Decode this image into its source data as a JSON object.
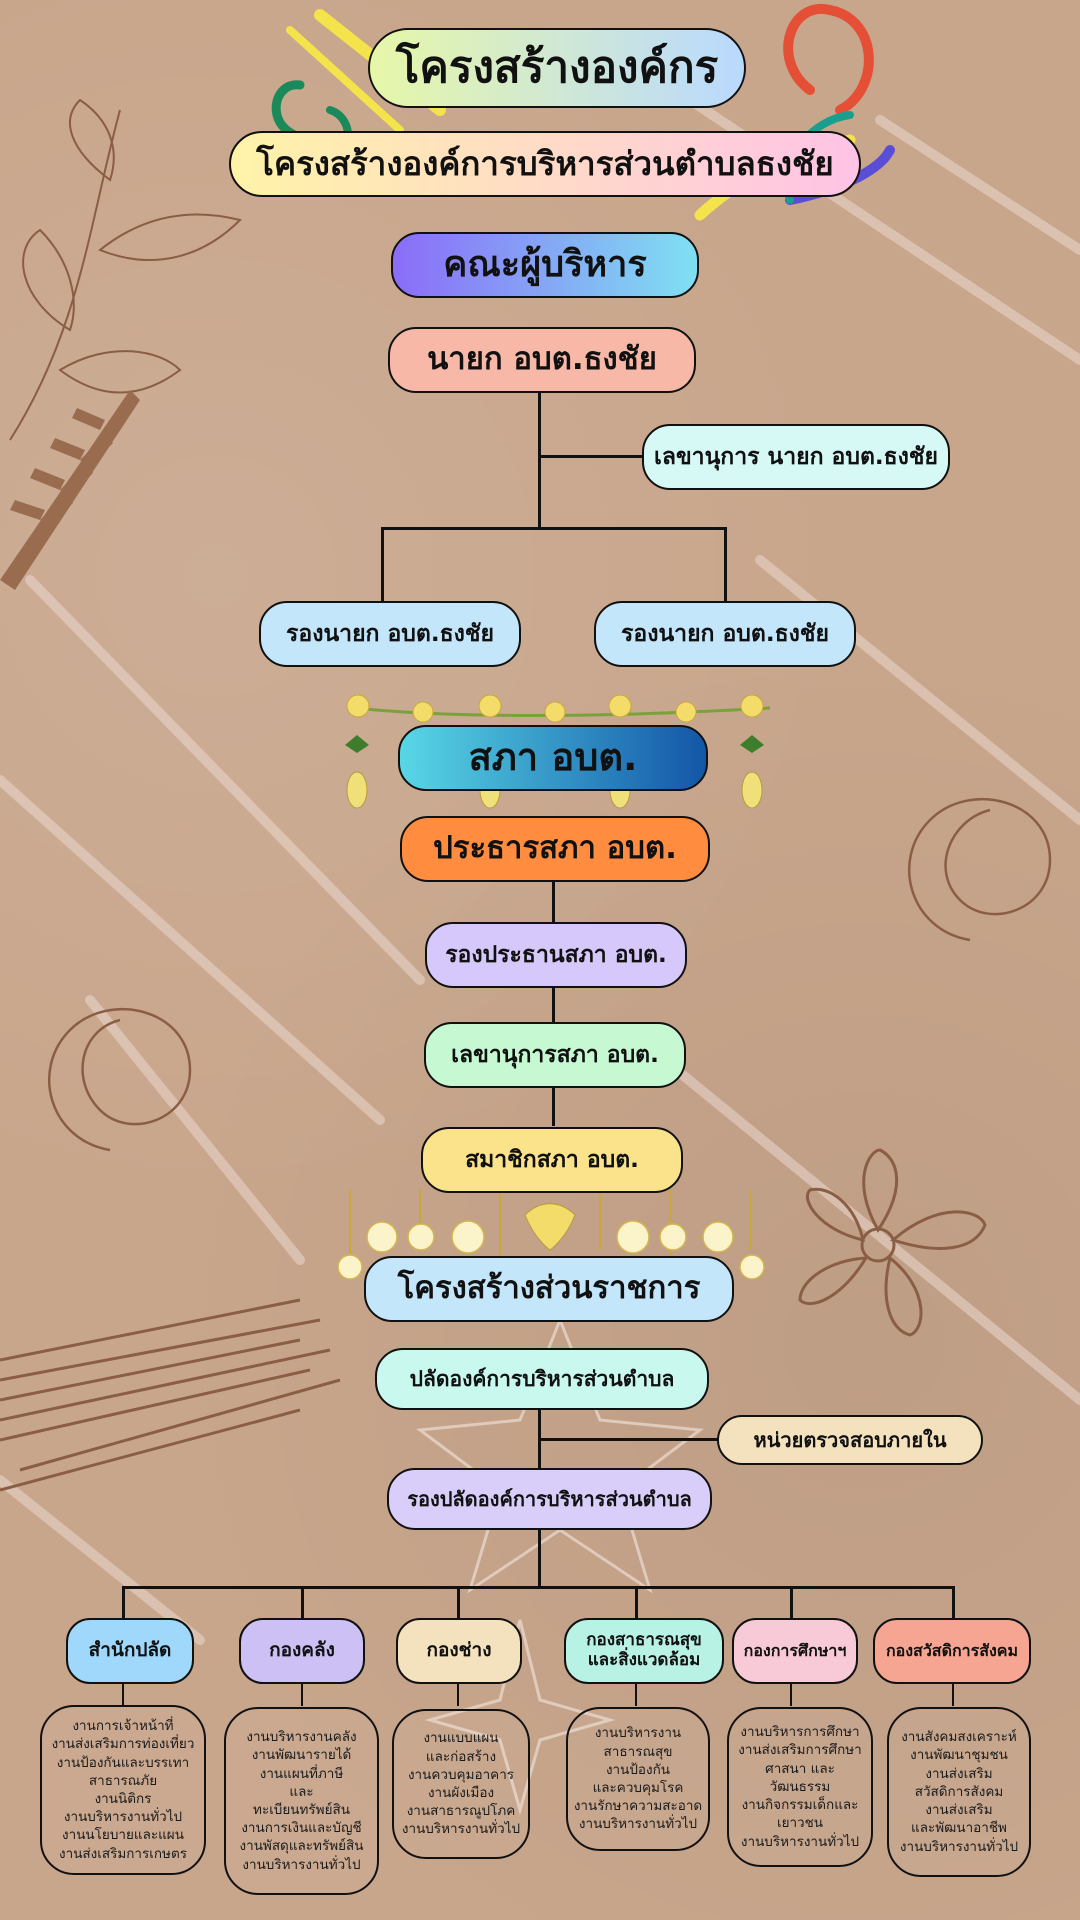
{
  "header": {
    "title": "โครงสร้างองค์กร",
    "subtitle": "โครงสร้างองค์การบริหารส่วนตำบลธงชัย"
  },
  "executive": {
    "heading": "คณะผู้บริหาร",
    "mayor": "นายก อบต.ธงชัย",
    "secretary": "เลขานุการ นายก อบต.ธงชัย",
    "deputy_left": "รองนายก อบต.ธงชัย",
    "deputy_right": "รองนายก อบต.ธงชัย"
  },
  "council": {
    "heading": "สภา อบต.",
    "chair": "ประธารสภา อบต.",
    "vice_chair": "รองประธานสภา อบต.",
    "secretary": "เลขานุการสภา อบต.",
    "members": "สมาชิกสภา อบต."
  },
  "government": {
    "heading": "โครงสร้างส่วนราชการ",
    "chief": "ปลัดองค์การบริหารส่วนตำบล",
    "audit": "หน่วยตรวจสอบภายใน",
    "deputy_chief": "รองปลัดองค์การบริหารส่วนตำบล"
  },
  "departments": [
    {
      "name": "สำนักปลัด",
      "color": "#9fd8fb",
      "tasks": [
        "งานการเจ้าหน้าที่",
        "งานส่งเสริมการท่องเที่ยว",
        "งานป้องกันและบรรเทา",
        "สาธารณภัย",
        "งานนิติกร",
        "งานบริหารงานทั่วไป",
        "งานนโยบายและแผน",
        "งานส่งเสริมการเกษตร"
      ]
    },
    {
      "name": "กองคลัง",
      "color": "#cdc0f5",
      "tasks": [
        "งานบริหารงานคลัง",
        "งานพัฒนารายได้",
        "งานแผนที่ภาษี",
        "และ",
        "ทะเบียนทรัพย์สิน",
        "งานการเงินและบัญชี",
        "งานพัสดุและทรัพย์สิน",
        "งานบริหารงานทั่วไป"
      ]
    },
    {
      "name": "กองช่าง",
      "color": "#f3e2bd",
      "tasks": [
        "งานแบบแผน",
        "และก่อสร้าง",
        "งานควบคุมอาคาร",
        "งานผังเมือง",
        "งานสาธารณูปโภค",
        "งานบริหารงานทั่วไป"
      ]
    },
    {
      "name": "กองสาธารณสุข และสิ่งแวดล้อม",
      "name_lines": [
        "กองสาธารณสุข",
        "และสิ่งแวดล้อม"
      ],
      "color": "#b8f2e4",
      "tasks": [
        "งานบริหารงาน",
        "สาธารณสุข",
        "งานป้องกัน",
        "และควบคุมโรค",
        "งานรักษาความสะอาด",
        "งานบริหารงานทั่วไป"
      ]
    },
    {
      "name": "กองการศึกษาฯ",
      "color": "#f8c9d6",
      "tasks": [
        "งานบริหารการศึกษา",
        "งานส่งเสริมการศึกษา",
        "ศาสนา และ",
        "วัฒนธรรม",
        "งานกิจกรรมเด็กและ",
        "เยาวชน",
        "งานบริหารงานทั่วไป"
      ]
    },
    {
      "name": "กองสวัสดิการสังคม",
      "color": "#f6a592",
      "tasks": [
        "งานสังคมสงเคราะห์",
        "งานพัฒนาชุมชน",
        "งานส่งเสริม",
        "สวัสดิการสังคม",
        "งานส่งเสริม",
        "และพัฒนาอาชีพ",
        "งานบริหารงานทั่วไป"
      ]
    }
  ],
  "colors": {
    "background": "#c8a68c",
    "title_gradient": [
      "#e7f7a8",
      "#b9d9ff"
    ],
    "subtitle_gradient": [
      "#fff3a8",
      "#ffc3e6"
    ],
    "executive_gradient": [
      "#8b6cf8",
      "#7fe0f2"
    ],
    "mayor": "#f8b8a8",
    "secretary": "#d6f9f6",
    "deputy": "#c3e6fb",
    "council_gradient": [
      "#58d7e6",
      "#1356a8"
    ],
    "chair": "#ff8c3f",
    "vice_chair": "#d7c8fb",
    "council_secretary": "#c6f9d2",
    "members": "#fbe38c",
    "gov_heading": "#c3e6fb",
    "chief": "#c8f8ee",
    "audit": "#f3e2bd",
    "deputy_chief": "#d9cdfa"
  }
}
